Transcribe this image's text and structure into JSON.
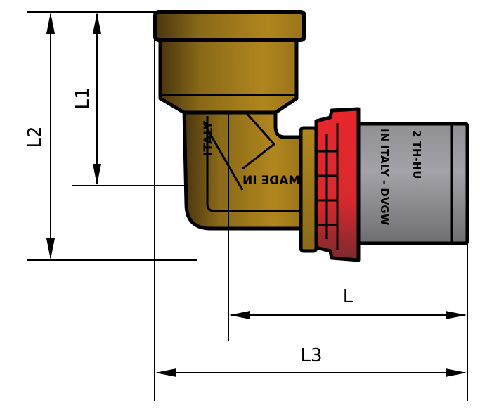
{
  "dimensions": {
    "l1": "L1",
    "l2": "L2",
    "l": "L",
    "l3": "L3"
  },
  "markings": {
    "body_text_1": "ITALY",
    "body_text_2": "MADE IN",
    "pipe_text_1": "2 TH-HU",
    "pipe_text_2": "IN ITALY - DVGW"
  },
  "colors": {
    "brass": "#b0861e",
    "brass_dark": "#4a3510",
    "ring_red": "#e8262b",
    "pipe_grey": "#9a9aa0"
  }
}
